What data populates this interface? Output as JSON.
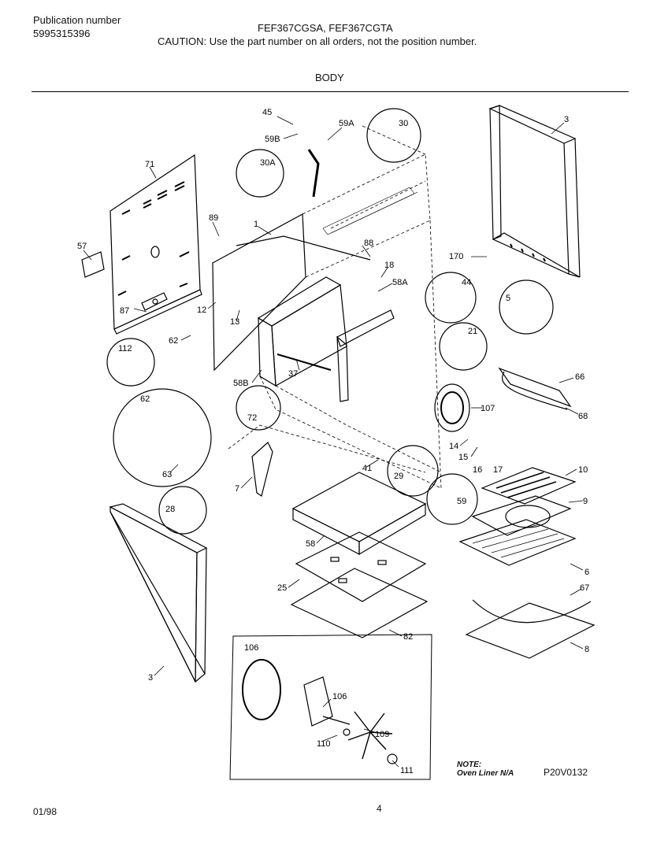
{
  "header": {
    "pub_label": "Publication number",
    "pub_number": "5995315396",
    "models": "FEF367CGSA, FEF367CGTA",
    "caution": "CAUTION:  Use the part number on all orders, not the position number.",
    "section": "BODY"
  },
  "footer": {
    "date": "01/98",
    "page": "4",
    "note_label": "NOTE:",
    "note_text": "Oven Liner N/A",
    "drawing_id": "P20V0132"
  },
  "callouts": [
    "45",
    "59B",
    "59A",
    "30",
    "30A",
    "3",
    "71",
    "1",
    "89",
    "88",
    "18",
    "58A",
    "44",
    "5",
    "170",
    "57",
    "87",
    "12",
    "13",
    "21",
    "112",
    "62",
    "37",
    "58B",
    "66",
    "68",
    "72",
    "107",
    "62",
    "63",
    "7",
    "41",
    "29",
    "14",
    "15",
    "16",
    "17",
    "10",
    "9",
    "28",
    "59",
    "58",
    "6",
    "67",
    "25",
    "82",
    "8",
    "3",
    "106",
    "106",
    "110",
    "109",
    "111"
  ]
}
